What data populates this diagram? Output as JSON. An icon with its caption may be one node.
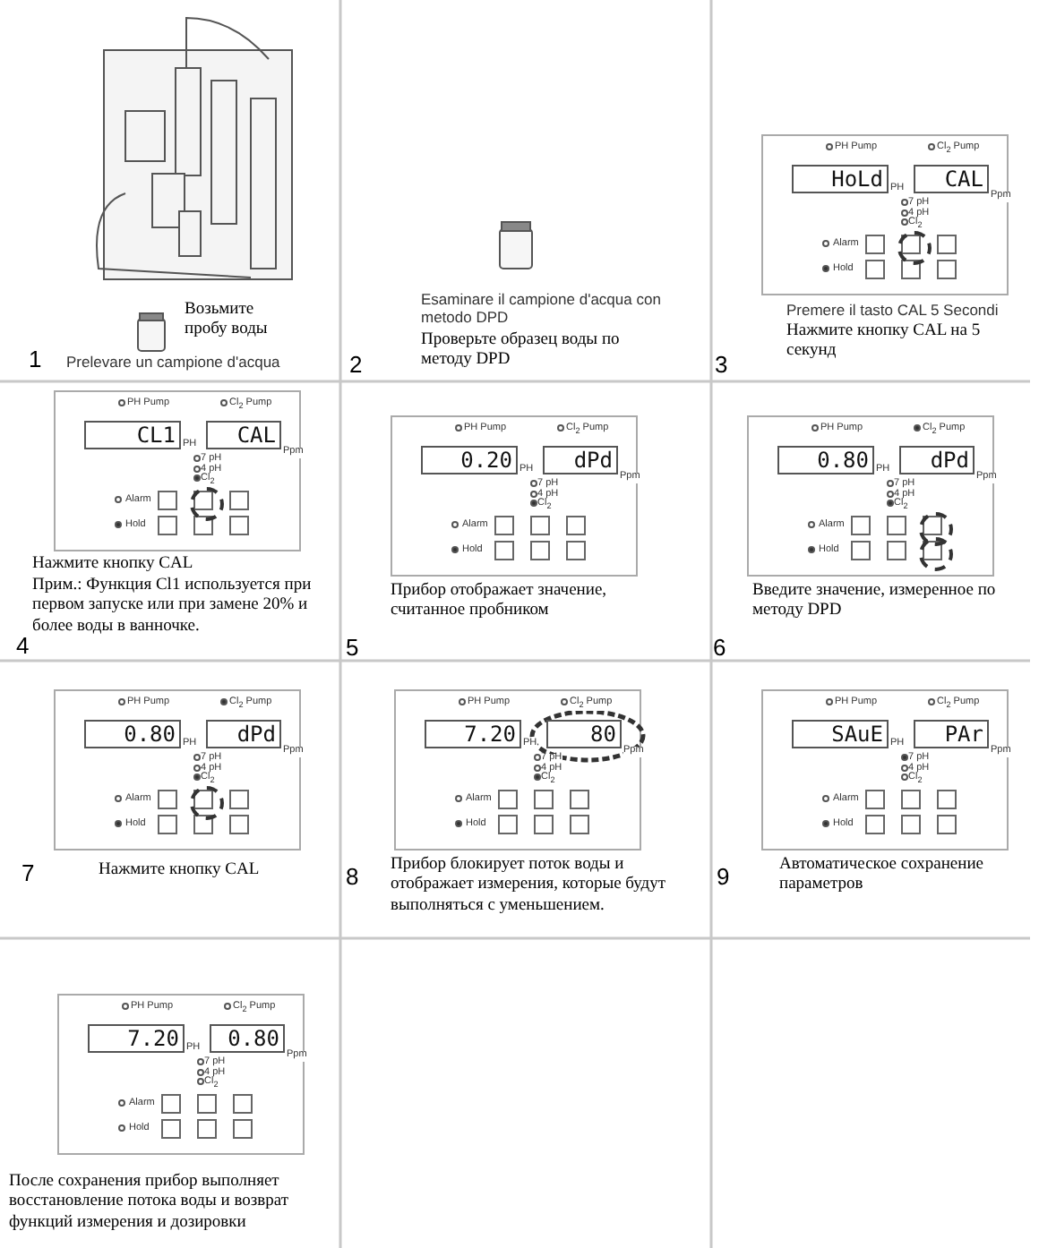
{
  "diagram": {
    "nodes": [
      {
        "text": [
          "1",
          "Возьмите пробу воды",
          "Prelevare un campione d'acqua"
        ]
      },
      {
        "text": [
          "2",
          "Esaminare il campione d'acqua con metodo DPD",
          "Проверьте образец воды по методу DPD"
        ]
      },
      {
        "text": [
          "3",
          "Premere il tasto CAL 5 Secondi",
          "Нажмите кнопку CAL на 5 секунд"
        ]
      },
      {
        "text": [
          "PH Pump",
          "Cl$_{2}$ Pump",
          "HoLd",
          "PH",
          "CAL",
          "Ppm",
          "7 pH",
          "4 pH",
          "Cl$_{2}$",
          "Alarm",
          "Hold"
        ],
        "in": 2
      },
      {
        "text": [
          "4",
          "Нажмите кнопку CAL",
          "Прим.: Функция Cl1 используется при первом запуске или при замене 20% и более воды в ванночке."
        ]
      },
      {
        "text": [
          "PH Pump",
          "Cl$_{2}$ Pump",
          "CL1",
          "PH",
          "CAL",
          "Ppm",
          "7 pH",
          "4 pH",
          "Cl$_{2}$",
          "Alarm",
          "Hold"
        ],
        "in": 4
      },
      {
        "text": [
          "5",
          "Прибор отображает значение, считанное пробником"
        ]
      },
      {
        "text": [
          "PH Pump",
          "Cl$_{2}$ Pump",
          "0.20",
          "PH",
          "dPd",
          "Ppm",
          "7 pH",
          "4 pH",
          "Cl$_{2}$",
          "Alarm",
          "Hold"
        ],
        "in": 6
      },
      {
        "text": [
          "6",
          "Введите значение, измеренное по методу DPD"
        ]
      },
      {
        "text": [
          "PH Pump",
          "Cl$_{2}$ Pump",
          "0.80",
          "PH",
          "dPd",
          "Ppm",
          "7 pH",
          "4 pH",
          "Cl$_{2}$",
          "Alarm",
          "Hold"
        ],
        "in": 8
      },
      {
        "text": [
          "7",
          "Нажмите кнопку CAL"
        ]
      },
      {
        "text": [
          "PH Pump",
          "Cl$_{2}$ Pump",
          "0.80",
          "PH",
          "dPd",
          "Ppm",
          "7 pH",
          "4 pH",
          "Cl$_{2}$",
          "Alarm",
          "Hold"
        ],
        "in": 10
      },
      {
        "text": [
          "8",
          "Прибор блокирует поток воды и отображает измерения, которые будут выполняться с уменьшением."
        ]
      },
      {
        "text": [
          "PH Pump",
          "Cl$_{2}$ Pump",
          "7.20",
          "PH",
          "80",
          "Ppm",
          "7 pH",
          "4 pH",
          "Cl$_{2}$",
          "Alarm",
          "Hold"
        ],
        "in": 12
      },
      {
        "text": [
          "9",
          "Автоматическое сохранение параметров"
        ]
      },
      {
        "text": [
          "PH Pump",
          "Cl$_{2}$ Pump",
          "SAuE",
          "PH",
          "PAr",
          "Ppm",
          "7 pH",
          "4 pH",
          "Cl$_{2}$",
          "Alarm",
          "Hold"
        ],
        "in": 14
      },
      {
        "text": [
          "После сохранения прибор выполняет восстановление потока воды и возврат функций измерения и дозировки"
        ]
      },
      {
        "text": [
          "PH Pump",
          "Cl$_{2}$ Pump",
          "7.20",
          "PH",
          "0.80",
          "Ppm",
          "7 pH",
          "4 pH",
          "Cl$_{2}$",
          "Alarm",
          "Hold"
        ],
        "in": 16
      }
    ],
    "edges": []
  }
}
